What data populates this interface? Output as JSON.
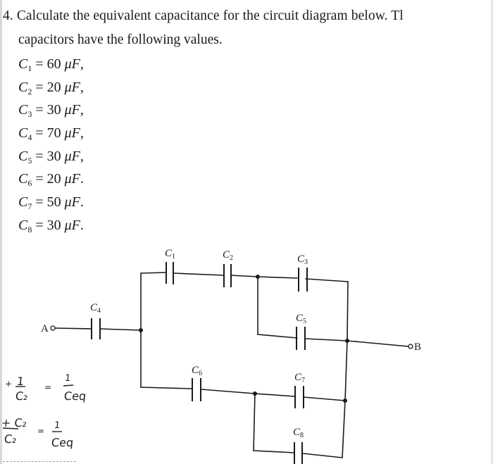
{
  "question": {
    "number": "4.",
    "line1": "Calculate the equivalent capacitance for the circuit diagram below. Tl",
    "line2": "capacitors have the following values."
  },
  "capacitors": [
    {
      "name": "C",
      "sub": "1",
      "value": "60",
      "unit": "μF",
      "punct": ","
    },
    {
      "name": "C",
      "sub": "2",
      "value": "20",
      "unit": "μF",
      "punct": ","
    },
    {
      "name": "C",
      "sub": "3",
      "value": "30",
      "unit": "μF",
      "punct": ","
    },
    {
      "name": "C",
      "sub": "4",
      "value": "70",
      "unit": "μF",
      "punct": ","
    },
    {
      "name": "C",
      "sub": "5",
      "value": "30",
      "unit": "μF",
      "punct": ","
    },
    {
      "name": "C",
      "sub": "6",
      "value": "20",
      "unit": "μF",
      "punct": "."
    },
    {
      "name": "C",
      "sub": "7",
      "value": "50",
      "unit": "μF",
      "punct": "."
    },
    {
      "name": "C",
      "sub": "8",
      "value": "30",
      "unit": "μF",
      "punct": "."
    }
  ],
  "circuit": {
    "terminal_a": "A",
    "terminal_b": "B",
    "labels": {
      "c1": "1",
      "c2": "2",
      "c3": "3",
      "c4": "4",
      "c5": "5",
      "c6": "6",
      "c7": "7",
      "c8": "8"
    }
  },
  "handwriting": {
    "line1_lhs_num": "1",
    "line1_lhs_den": "C₂",
    "line1_eq": "=",
    "line1_rhs_num": "1",
    "line1_rhs_den": "Ceq",
    "line2_lhs_num": "+ C₂",
    "line2_lhs_den": "C₂",
    "line2_eq": "=",
    "line2_rhs_num": "1",
    "line2_rhs_den": "Ceq"
  }
}
